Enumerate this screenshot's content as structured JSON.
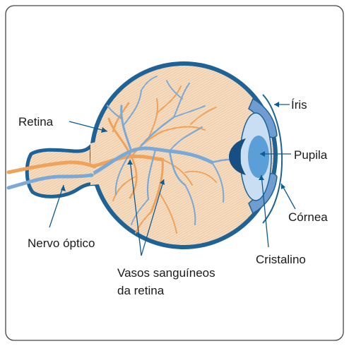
{
  "labels": {
    "retina": "Retina",
    "iris": "Íris",
    "pupil": "Pupila",
    "cornea": "Córnea",
    "lens": "Cristalino",
    "optic_nerve": "Nervo óptico",
    "vessels_line1": "Vasos sanguíneos",
    "vessels_line2": "da retina"
  },
  "colors": {
    "frame": "#444444",
    "sclera": "#1e6296",
    "eyeball_fill": "#f6ddc0",
    "hatching": "#d9a67c",
    "vessel_blue": "#7aa9d6",
    "vessel_orange": "#efa35a",
    "iris": "#6f9dd0",
    "lens_outer": "#c9def2",
    "lens_inner": "#5b9fd8",
    "pupil": "#174f82",
    "leader_line": "#0e5b91"
  }
}
